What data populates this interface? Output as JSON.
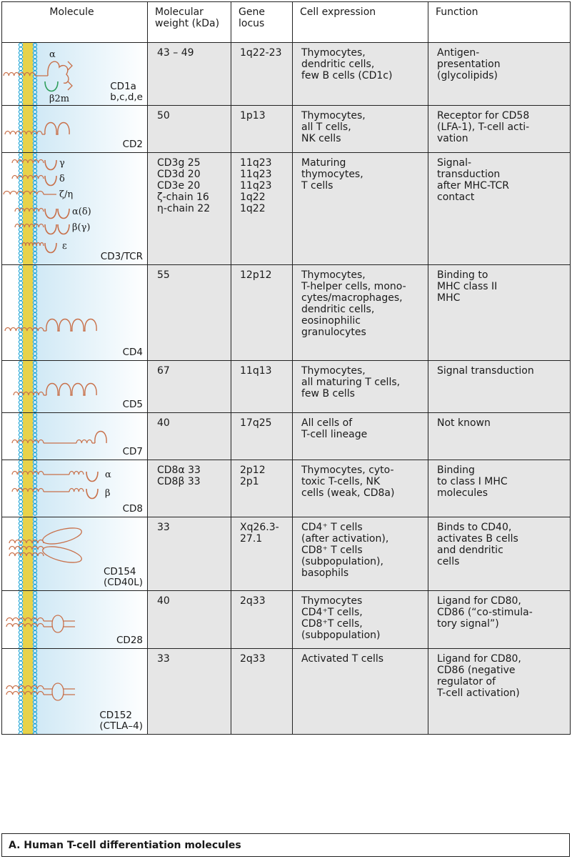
{
  "headers": {
    "molecule": "Molecule",
    "mw": [
      "Molecular",
      "weight (kDa)"
    ],
    "locus": [
      "Gene",
      "locus"
    ],
    "expr": "Cell expression",
    "func": "Function"
  },
  "rows": [
    {
      "label": [
        "CD1a",
        "b,c,d,e"
      ],
      "sublabels": [
        "α",
        "β2m"
      ],
      "mw": [
        "43 – 49"
      ],
      "locus": [
        "1q22-23"
      ],
      "expr": [
        "Thymocytes,",
        "dendritic cells,",
        "few B cells (CD1c)"
      ],
      "func": [
        "Antigen-",
        "presentation",
        "(glycolipids)"
      ]
    },
    {
      "label": [
        "CD2"
      ],
      "mw": [
        "50"
      ],
      "locus": [
        "1p13"
      ],
      "expr": [
        "Thymocytes,",
        "all T cells,",
        "NK cells"
      ],
      "func": [
        "Receptor for CD58",
        "(LFA-1), T-cell acti-",
        "vation"
      ]
    },
    {
      "label": [
        "CD3/TCR"
      ],
      "sublabels": [
        "γ",
        "δ",
        "ζ/η",
        "α(δ)",
        "β(γ)",
        "ε"
      ],
      "mw": [
        "CD3g 25",
        "CD3d 20",
        "CD3e 20",
        "ζ-chain 16",
        "η-chain 22"
      ],
      "locus": [
        "11q23",
        "11q23",
        "11q23",
        "1q22",
        "1q22"
      ],
      "expr": [
        "Maturing",
        "thymocytes,",
        "T cells"
      ],
      "func": [
        "Signal-",
        "transduction",
        "after MHC-TCR",
        "contact"
      ]
    },
    {
      "label": [
        "CD4"
      ],
      "mw": [
        "55"
      ],
      "locus": [
        "12p12"
      ],
      "expr": [
        "Thymocytes,",
        "T-helper cells, mono-",
        "cytes/macrophages,",
        "dendritic  cells,",
        "eosinophilic",
        "granulocytes"
      ],
      "func": [
        "Binding to",
        "MHC class II",
        "MHC"
      ]
    },
    {
      "label": [
        "CD5"
      ],
      "mw": [
        "67"
      ],
      "locus": [
        "11q13"
      ],
      "expr": [
        "Thymocytes,",
        "all maturing T cells,",
        "few  B cells"
      ],
      "func": [
        "Signal transduction"
      ]
    },
    {
      "label": [
        "CD7"
      ],
      "mw": [
        "40"
      ],
      "locus": [
        "17q25"
      ],
      "expr": [
        "All cells of",
        "T-cell lineage"
      ],
      "func": [
        "Not known"
      ]
    },
    {
      "label": [
        "CD8"
      ],
      "sublabels": [
        "α",
        "β"
      ],
      "mw": [
        "CD8α 33",
        "CD8β 33"
      ],
      "locus": [
        "2p12",
        "2p1"
      ],
      "expr": [
        "Thymocytes, cyto-",
        "toxic  T-cells, NK",
        "cells (weak, CD8a)"
      ],
      "func": [
        "Binding",
        "to class I MHC",
        "molecules"
      ]
    },
    {
      "label": [
        "CD154",
        "(CD40L)"
      ],
      "mw": [
        "33"
      ],
      "locus": [
        "Xq26.3-",
        "27.1"
      ],
      "expr": [
        "CD4⁺ T cells",
        "(after activation),",
        "CD8⁺ T cells",
        "(subpopulation),",
        "basophils"
      ],
      "func": [
        "Binds to CD40,",
        "activates B cells",
        "and dendritic",
        "cells"
      ]
    },
    {
      "label": [
        "CD28"
      ],
      "mw": [
        "40"
      ],
      "locus": [
        "2q33"
      ],
      "expr": [
        "Thymocytes",
        "CD4⁺T cells,",
        "CD8⁺T cells,",
        "(subpopulation)"
      ],
      "func": [
        "Ligand for CD80,",
        "CD86 (“co-stimula-",
        "tory signal”)"
      ]
    },
    {
      "label": [
        "CD152",
        "(CTLA–4)"
      ],
      "mw": [
        "33"
      ],
      "locus": [
        "2q33"
      ],
      "expr": [
        "Activated T cells"
      ],
      "func": [
        "Ligand for CD80,",
        "CD86 (negative",
        "regulator of",
        "T-cell activation)"
      ]
    }
  ],
  "caption": "A. Human T-cell differentiation molecules",
  "colors": {
    "molecule": "#c8704a",
    "b2m": "#2e9e5c",
    "membrane_head": "#1aa3d4",
    "membrane_tail": "#e8d24a",
    "cell_bg": "#e6e6e6",
    "gradient": "#cfe8f5"
  }
}
